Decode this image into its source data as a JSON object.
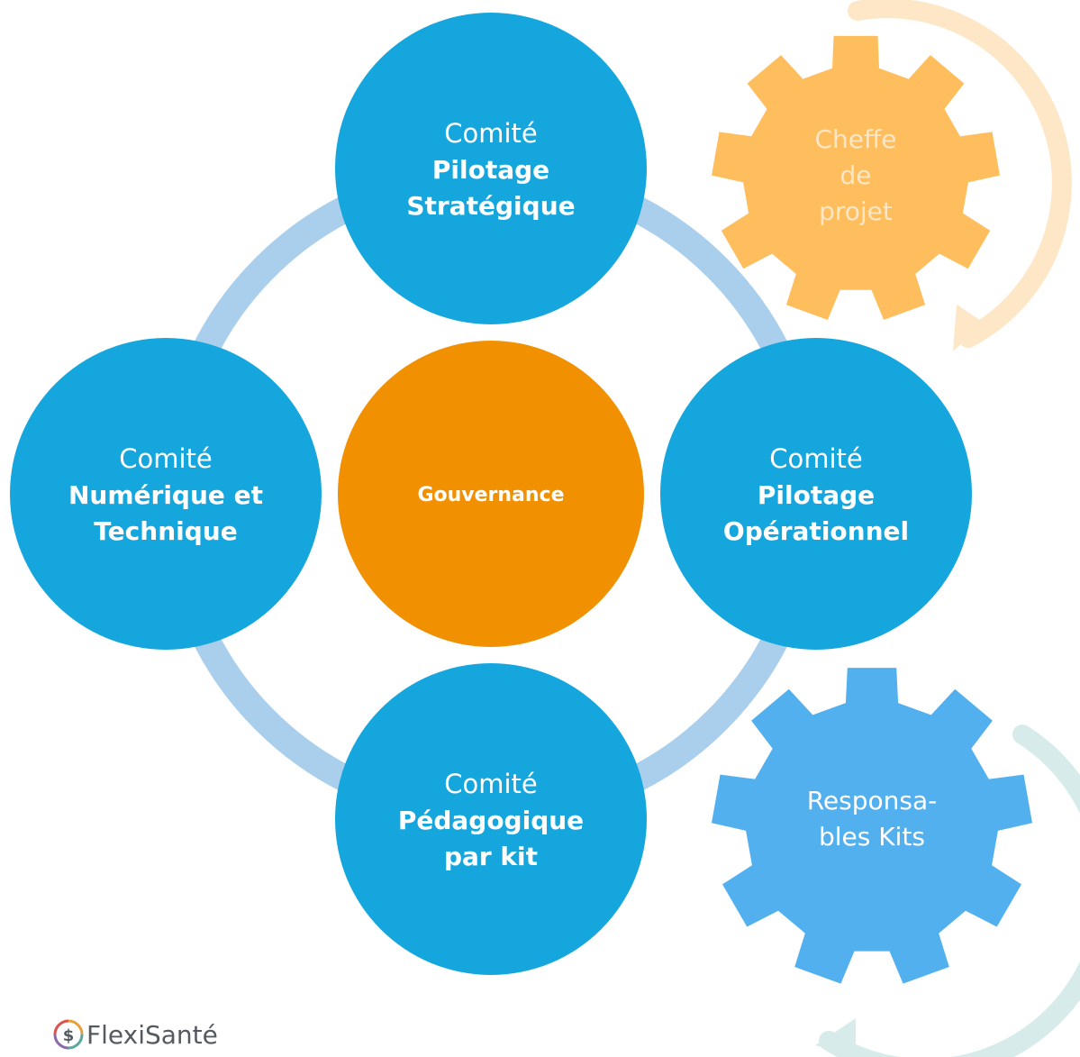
{
  "colors": {
    "committee_fill": "#16a6de",
    "center_fill": "#f19000",
    "ring": "#a9cfec",
    "gear_top": "#ffbe5e",
    "gear_top_text": "#fde6c3",
    "gear_bottom": "#53b0ef",
    "gear_bottom_text": "#ffffff",
    "arrow_top": "#fde7c6",
    "arrow_bottom": "#d7ecea",
    "logo_text": "#555a61"
  },
  "center": {
    "label": "Gouvernance"
  },
  "committees": {
    "top": {
      "line1": "Comité",
      "line2": "Pilotage",
      "line3": "Stratégique"
    },
    "left": {
      "line1": "Comité",
      "line2": "Numérique et",
      "line3": "Technique"
    },
    "right": {
      "line1": "Comité",
      "line2": "Pilotage",
      "line3": "Opérationnel"
    },
    "bottom": {
      "line1": "Comité",
      "line2": "Pédagogique",
      "line3": "par kit"
    }
  },
  "gears": {
    "top": {
      "line1": "Cheffe",
      "line2": "de",
      "line3": "projet",
      "icon": "gear-icon"
    },
    "bottom": {
      "line1": "Responsa-",
      "line2": "bles Kits",
      "icon": "gear-icon"
    }
  },
  "logo": {
    "text": "FlexiSanté",
    "icon": "flexisante-logo-icon"
  }
}
